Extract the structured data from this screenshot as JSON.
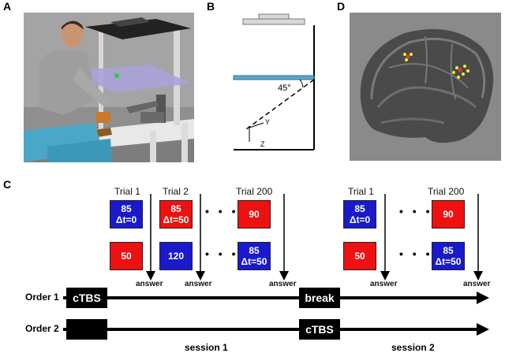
{
  "panels": {
    "a": "A",
    "b": "B",
    "c": "C",
    "d": "D"
  },
  "panel_b": {
    "angle": "45°",
    "axis_y": "Y",
    "axis_z": "Z"
  },
  "panel_c": {
    "session1": {
      "trial_labels": [
        "Trial 1",
        "Trial 2",
        "Trial 200"
      ],
      "top_boxes": [
        {
          "line1": "85",
          "line2": "Δt=0",
          "color": "blue"
        },
        {
          "line1": "85",
          "line2": "Δt=50",
          "color": "red"
        },
        {
          "line1": "90",
          "line2": "",
          "color": "red"
        }
      ],
      "bottom_boxes": [
        {
          "line1": "50",
          "line2": "",
          "color": "red"
        },
        {
          "line1": "120",
          "line2": "",
          "color": "blue"
        },
        {
          "line1": "85",
          "line2": "Δt=50",
          "color": "blue"
        }
      ]
    },
    "session2": {
      "trial_labels": [
        "Trial 1",
        "Trial 200"
      ],
      "top_boxes": [
        {
          "line1": "85",
          "line2": "Δt=0",
          "color": "blue"
        },
        {
          "line1": "90",
          "line2": "",
          "color": "red"
        }
      ],
      "bottom_boxes": [
        {
          "line1": "50",
          "line2": "",
          "color": "red"
        },
        {
          "line1": "85",
          "line2": "Δt=50",
          "color": "blue"
        }
      ]
    },
    "dots": "• • •",
    "answer_label": "answer",
    "order1": {
      "label": "Order 1",
      "block1": "cTBS",
      "block2": "break"
    },
    "order2": {
      "label": "Order 2",
      "block1": "",
      "block2": "cTBS"
    },
    "session_labels": [
      "session 1",
      "session 2"
    ]
  },
  "colors": {
    "blue": "#1a1acc",
    "red": "#ee1111"
  }
}
